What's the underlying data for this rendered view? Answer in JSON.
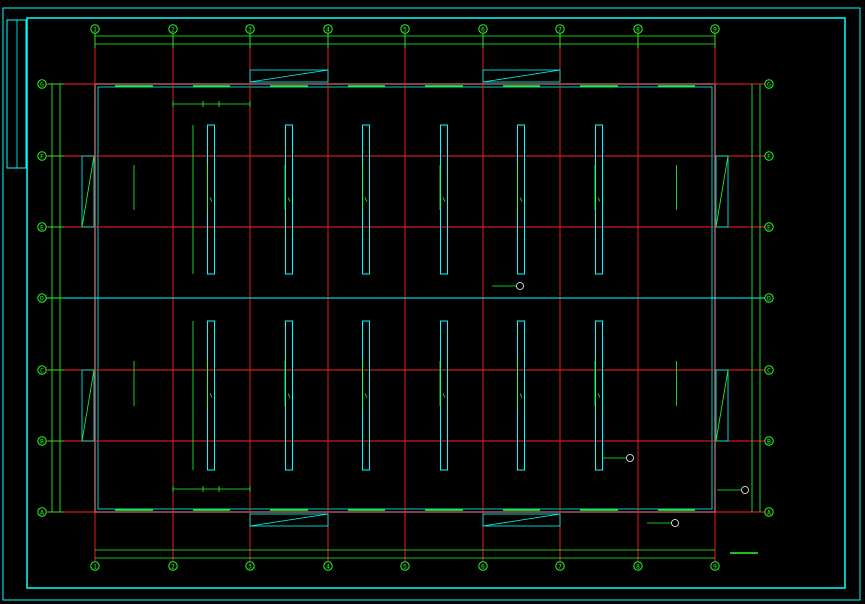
{
  "drawing": {
    "colors": {
      "background": "#000000",
      "frame": "#00ffff",
      "grid": "#ff2020",
      "dimension": "#22ff22",
      "purlin": "#00ffff",
      "tag": "#ffffff"
    },
    "col_axes": [
      "1",
      "2",
      "3",
      "4",
      "5",
      "6",
      "7",
      "8",
      "9"
    ],
    "row_axes": [
      "A",
      "B",
      "C",
      "D",
      "E",
      "F",
      "G"
    ],
    "grid_y_rows": [
      "G",
      "F",
      "E",
      "D",
      "C",
      "B",
      "A"
    ],
    "title_block_cells": [
      "",
      "",
      "",
      "",
      "",
      "",
      "",
      "",
      "",
      "",
      "",
      "",
      "",
      ""
    ],
    "dims_top": [
      "",
      "",
      "",
      "",
      "",
      "",
      "",
      ""
    ],
    "dims_bottom": [
      "",
      "",
      "",
      "",
      "",
      "",
      "",
      ""
    ],
    "dims_left": [
      "",
      "",
      "",
      "",
      "",
      ""
    ],
    "dims_right": [
      "",
      "",
      "",
      "",
      "",
      ""
    ],
    "dims_overall_top": "",
    "dims_overall_bottom": "",
    "bay_labels_upper": [
      "",
      "",
      "",
      "",
      "",
      "",
      "",
      ""
    ],
    "bay_labels_lower": [
      "",
      "",
      "",
      "",
      "",
      "",
      "",
      ""
    ],
    "notes": [
      "",
      "",
      "",
      ""
    ],
    "drawing_title": ""
  }
}
